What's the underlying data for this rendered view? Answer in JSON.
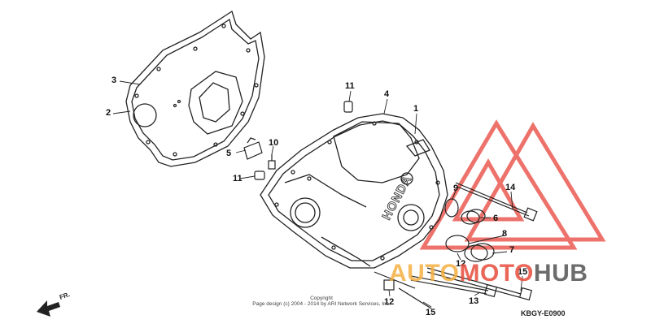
{
  "callouts": {
    "c1": "1",
    "c2": "2",
    "c3": "3",
    "c4": "4",
    "c5": "5",
    "c6": "6",
    "c7": "7",
    "c8": "8",
    "c9": "9",
    "c10": "10",
    "c11a": "11",
    "c11b": "11",
    "c12a": "12",
    "c12b": "12",
    "c13": "13",
    "c14": "14",
    "c15a": "15",
    "c15b": "15"
  },
  "direction_label": "FR.",
  "copyright": {
    "line1": "Copyright",
    "line2": "Page design (c) 2004 - 2014 by ARI Network Services, Inc."
  },
  "diagram_code": "KBGY-E0900",
  "watermark": {
    "part1": "AUTO",
    "part2": "MOTO",
    "part3": "HUB",
    "color_orange": "#f5b041",
    "color_red": "#e74c3c",
    "color_grey": "#5d5d5d"
  },
  "cover_logo": "HONDA"
}
